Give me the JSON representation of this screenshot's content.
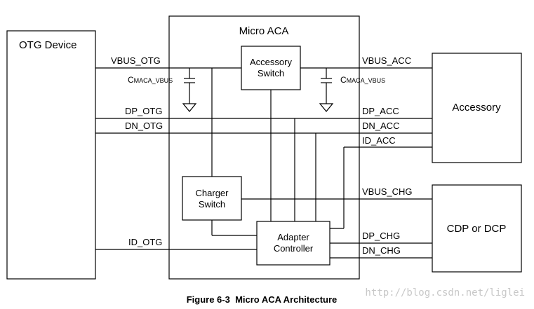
{
  "figure": {
    "caption": "Figure 6-3  Micro ACA Architecture",
    "watermark": "http://blog.csdn.net/liglei"
  },
  "blocks": {
    "otg_device": "OTG Device",
    "micro_aca": "Micro ACA",
    "accessory_switch": [
      "Accessory",
      "Switch"
    ],
    "charger_switch": [
      "Charger",
      "Switch"
    ],
    "adapter_controller": [
      "Adapter",
      "Controller"
    ],
    "accessory": "Accessory",
    "cdp_dcp": "CDP or DCP"
  },
  "signals": {
    "vbus_otg": "VBUS_OTG",
    "dp_otg": "DP_OTG",
    "dn_otg": "DN_OTG",
    "id_otg": "ID_OTG",
    "vbus_acc": "VBUS_ACC",
    "dp_acc": "DP_ACC",
    "dn_acc": "DN_ACC",
    "id_acc": "ID_ACC",
    "vbus_chg": "VBUS_CHG",
    "dp_chg": "DP_CHG",
    "dn_chg": "DN_CHG"
  },
  "capacitors": {
    "left_prefix": "C",
    "left_sub": "MACA_VBUS",
    "right_prefix": "C",
    "right_sub": "MACA_VBUS"
  }
}
